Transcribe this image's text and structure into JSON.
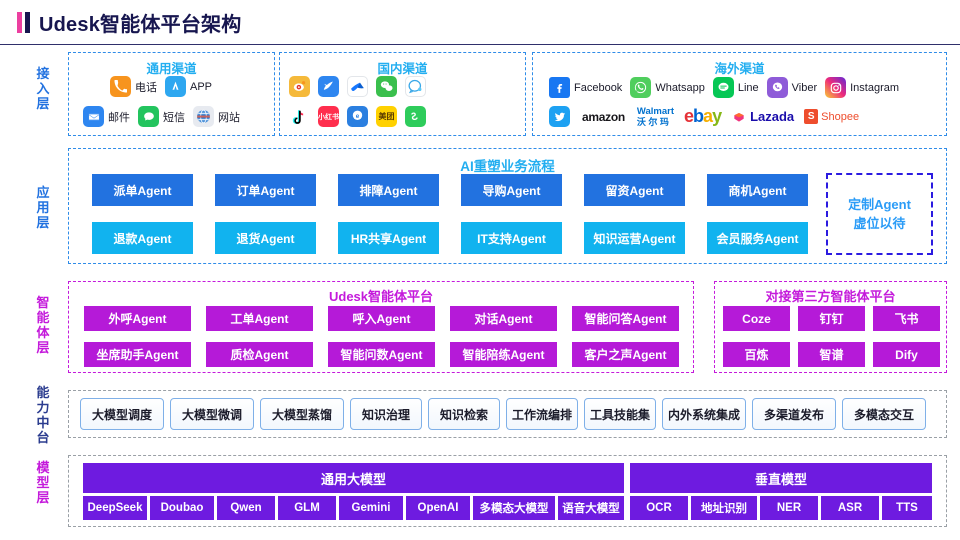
{
  "header": {
    "title": "Udesk智能体平台架构"
  },
  "rails": [
    {
      "label": "接入层",
      "color": "#2272E0"
    },
    {
      "label": "应用层",
      "color": "#2272E0"
    },
    {
      "label": "智能体层",
      "color": "#C41ADB"
    },
    {
      "label": "能力中台",
      "color": "#2b3c8f"
    },
    {
      "label": "模型层",
      "color": "#C41ADB"
    }
  ],
  "access": {
    "general": {
      "title": "通用渠道",
      "row1": [
        {
          "icon": "phone-icon",
          "label": "电话"
        },
        {
          "icon": "app-store-icon",
          "label": "APP"
        }
      ],
      "row2": [
        {
          "icon": "mail-icon",
          "label": "邮件"
        },
        {
          "icon": "sms-icon",
          "label": "短信"
        },
        {
          "icon": "website-icon",
          "label": "网站"
        }
      ]
    },
    "domestic": {
      "title": "国内渠道",
      "row1": [
        {
          "icon": "weibo-icon",
          "label": ""
        },
        {
          "icon": "qiye-icon",
          "label": ""
        },
        {
          "icon": "alipay-icon",
          "label": ""
        },
        {
          "icon": "wechat-icon",
          "label": ""
        },
        {
          "icon": "qq-icon",
          "label": ""
        }
      ],
      "row2": [
        {
          "icon": "douyin-icon",
          "label": ""
        },
        {
          "icon": "xiaohongshu-icon",
          "label": ""
        },
        {
          "icon": "jd-icon",
          "label": ""
        },
        {
          "icon": "meituan-icon",
          "label": ""
        },
        {
          "icon": "kuaishou-icon",
          "label": ""
        }
      ]
    },
    "overseas": {
      "title": "海外渠道",
      "row1": [
        {
          "icon": "facebook-icon",
          "label": "Facebook"
        },
        {
          "icon": "whatsapp-icon",
          "label": "Whatsapp"
        },
        {
          "icon": "line-icon",
          "label": "Line"
        },
        {
          "icon": "viber-icon",
          "label": "Viber"
        },
        {
          "icon": "instagram-icon",
          "label": "Instagram"
        }
      ],
      "row2": [
        {
          "icon": "twitter-icon",
          "label": ""
        },
        {
          "icon": "amazon-icon",
          "label": "amazon"
        },
        {
          "icon": "walmart-icon",
          "label": "Walmart"
        },
        {
          "icon": "walmart-cn",
          "label": "沃 尔 玛"
        },
        {
          "icon": "ebay-icon",
          "label": "ebay"
        },
        {
          "icon": "lazada-icon",
          "label": "Lazada"
        },
        {
          "icon": "shopee-icon",
          "label": "Shopee"
        }
      ]
    }
  },
  "application": {
    "title": "AI重塑业务流程",
    "row1": [
      "派单Agent",
      "订单Agent",
      "排障Agent",
      "导购Agent",
      "留资Agent",
      "商机Agent"
    ],
    "row2": [
      "退款Agent",
      "退货Agent",
      "HR共享Agent",
      "IT支持Agent",
      "知识运营Agent",
      "会员服务Agent"
    ],
    "custom": {
      "line1": "定制Agent",
      "line2": "虚位以待"
    }
  },
  "agentLayer": {
    "platform": {
      "title": "Udesk智能体平台",
      "row1": [
        "外呼Agent",
        "工单Agent",
        "呼入Agent",
        "对话Agent",
        "智能问答Agent"
      ],
      "row2": [
        "坐席助手Agent",
        "质检Agent",
        "智能问数Agent",
        "智能陪练Agent",
        "客户之声Agent"
      ]
    },
    "thirdParty": {
      "title": "对接第三方智能体平台",
      "row1": [
        "Coze",
        "钉钉",
        "飞书"
      ],
      "row2": [
        "百炼",
        "智谱",
        "Dify"
      ]
    }
  },
  "capability": {
    "items": [
      "大模型调度",
      "大模型微调",
      "大模型蒸馏",
      "知识治理",
      "知识检索",
      "工作流编排",
      "工具技能集",
      "内外系统集成",
      "多渠道发布",
      "多模态交互"
    ]
  },
  "model": {
    "general": {
      "title": "通用大模型",
      "items": [
        "DeepSeek",
        "Doubao",
        "Qwen",
        "GLM",
        "Gemini",
        "OpenAI",
        "多模态大模型",
        "语音大模型"
      ]
    },
    "vertical": {
      "title": "垂直模型",
      "items": [
        "OCR",
        "地址识别",
        "NER",
        "ASR",
        "TTS"
      ]
    }
  },
  "colors": {
    "headerNavy": "#17164F",
    "headerPink": "#EC3FA0",
    "blueDark": "#2272E0",
    "blueLight": "#11B3EF",
    "purple": "#B51AD8",
    "modelPurple": "#6E1BE0",
    "cyanTitle": "#23AEF0",
    "magentaTitle": "#C41ADB"
  }
}
